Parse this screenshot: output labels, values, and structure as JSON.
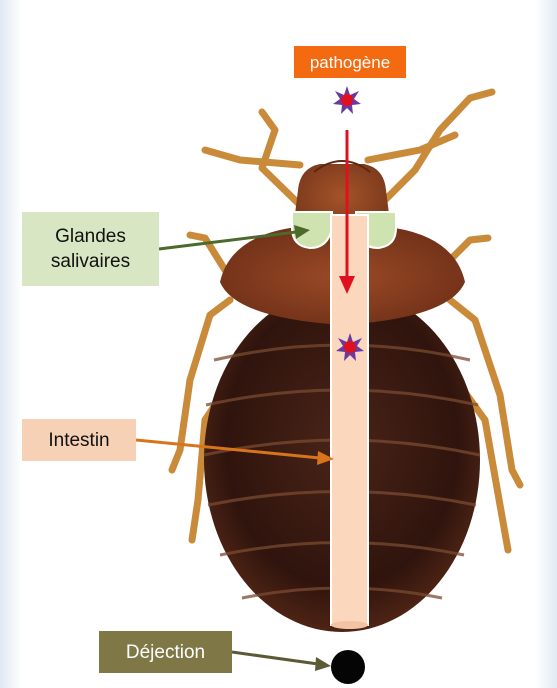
{
  "labels": {
    "pathogen": "pathogène",
    "salivary_glands": "Glandes\nsalivaires",
    "intestine": "Intestin",
    "dejection": "Déjection"
  },
  "colors": {
    "pathogen_box": "#f36a10",
    "glands_box": "#d8e6c4",
    "glands_fill": "#cfe3b0",
    "intestine_box": "#f7d1b6",
    "intestine_tube": "#fbd7bd",
    "dejection_box": "#7f7746",
    "arrow_red": "#e0101e",
    "arrow_green": "#4c6a2c",
    "arrow_orange": "#d8741c",
    "arrow_olive": "#5a5a35",
    "bug_body": "#3a1a12",
    "bug_legs": "#c98a3a"
  },
  "icons": {
    "pathogen": "pathogen-star-icon",
    "dejection": "dropping-dot-icon"
  }
}
